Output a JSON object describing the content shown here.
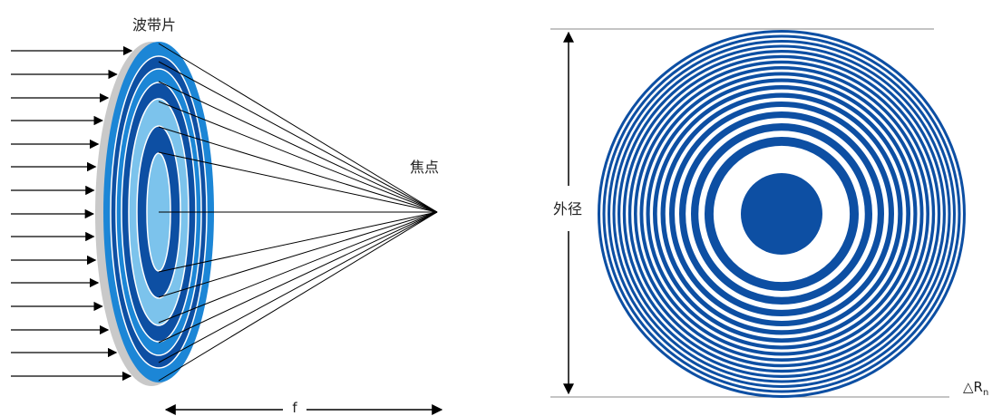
{
  "labels": {
    "zone_plate": "波带片",
    "focus": "焦点",
    "focal_length": "f",
    "outer_diameter": "外径",
    "zone_width_main": "△R",
    "zone_width_sub": "n"
  },
  "colors": {
    "ring_dark": "#0D4FA3",
    "ring_mid": "#1C86D6",
    "ring_light": "#7CC3EC",
    "ring_edge": "#C9C9C9",
    "ray": "#000000",
    "guide_line": "#888888",
    "background": "#FFFFFF"
  },
  "zone_plate_ring_count": 16
}
